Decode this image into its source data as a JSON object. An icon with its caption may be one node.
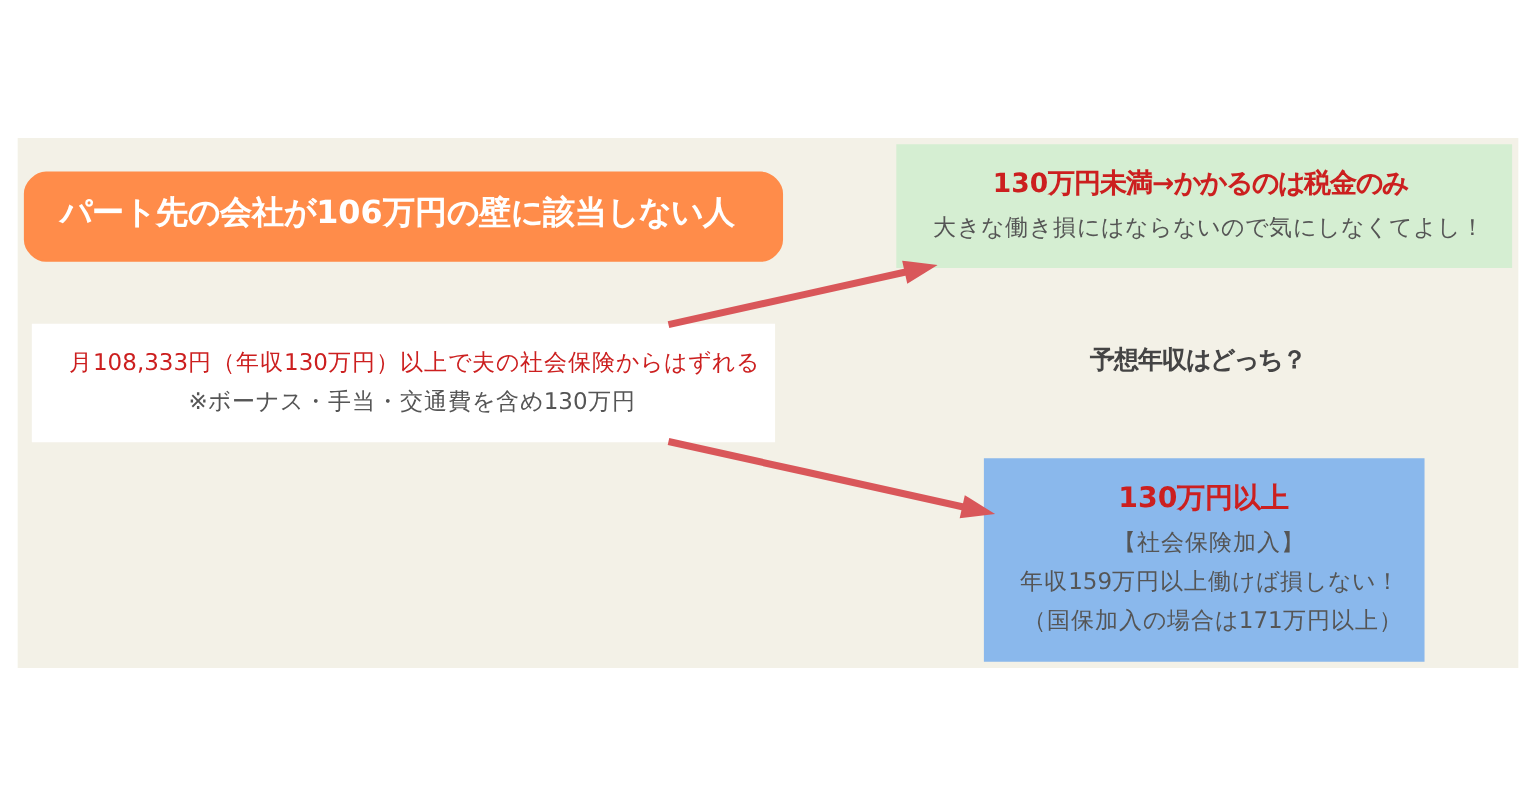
{
  "diagram": {
    "nodes": [
      {
        "text": [
          "パート先の会社が106万円の壁に該当しない人"
        ]
      },
      {
        "text": [
          "月108,333円（年収130万円）以上で夫の社会保険からはずれる",
          "※ボーナス・手当・交通費を含め130万円"
        ]
      },
      {
        "text": [
          "130万円未満→かかるのは税金のみ",
          "大きな働き損にはならないので気にしなくてよし！"
        ]
      },
      {
        "text": [
          "130万円以上",
          "【社会保険加入】",
          "年収159万円以上働けば損しない！",
          "（国保加入の場合は171万円以上）"
        ]
      }
    ],
    "edges": [
      {
        "from": 1,
        "to": 2,
        "arrow": "to"
      },
      {
        "from": 1,
        "to": 3,
        "arrow": "to"
      }
    ],
    "labels": [
      "予想年収はどっち？"
    ]
  }
}
